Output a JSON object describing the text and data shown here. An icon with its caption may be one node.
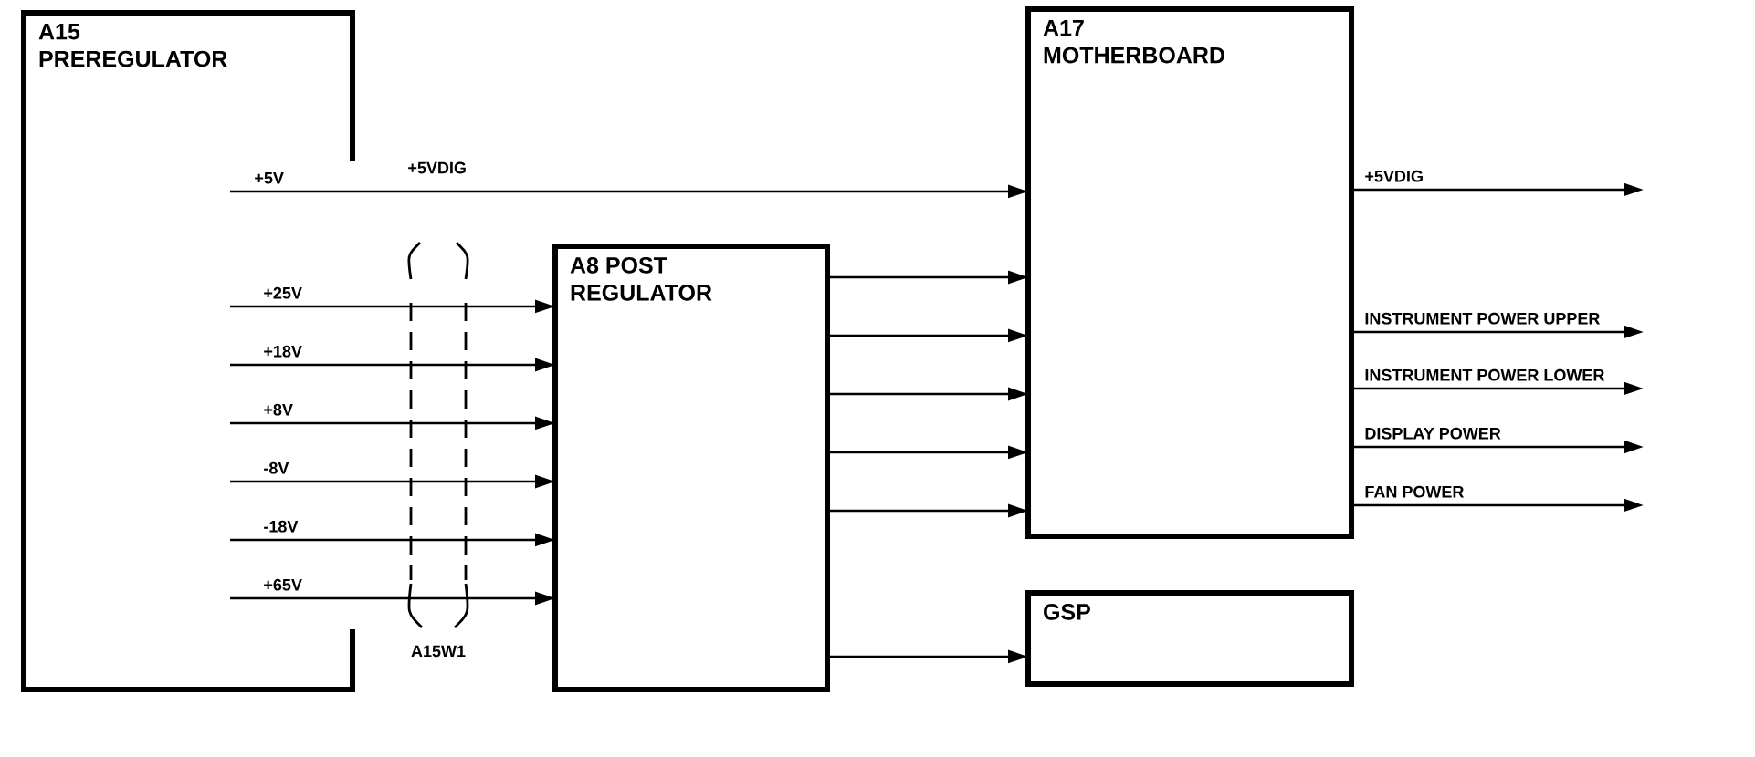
{
  "diagram": {
    "nodes": [
      {
        "text": [
          "A15 PREREGULATOR"
        ]
      },
      {
        "text": [
          "A8 POST REGULATOR"
        ]
      },
      {
        "text": [
          "A17 MOTHERBOARD"
        ]
      },
      {
        "text": [
          "GSP"
        ]
      }
    ],
    "edges": [
      {
        "from": 0,
        "to": 2,
        "arrow": "to",
        "label": "+5V"
      },
      {
        "from": 0,
        "to": 1,
        "arrow": "to",
        "label": "+25V"
      },
      {
        "from": 0,
        "to": 1,
        "arrow": "to",
        "label": "+18V"
      },
      {
        "from": 0,
        "to": 1,
        "arrow": "to",
        "label": "+8V"
      },
      {
        "from": 0,
        "to": 1,
        "arrow": "to",
        "label": "-8V"
      },
      {
        "from": 0,
        "to": 1,
        "arrow": "to",
        "label": "-18V"
      },
      {
        "from": 0,
        "to": 1,
        "arrow": "to",
        "label": "+65V"
      },
      {
        "from": 1,
        "to": 2,
        "arrow": "to"
      },
      {
        "from": 1,
        "to": 2,
        "arrow": "to"
      },
      {
        "from": 1,
        "to": 2,
        "arrow": "to"
      },
      {
        "from": 1,
        "to": 2,
        "arrow": "to"
      },
      {
        "from": 1,
        "to": 2,
        "arrow": "to"
      },
      {
        "from": 1,
        "to": 3,
        "arrow": "to"
      },
      {
        "from": 2,
        "to": null,
        "arrow": "to",
        "label": "+5VDIG"
      },
      {
        "from": 2,
        "to": null,
        "arrow": "to",
        "label": "INSTRUMENT POWER UPPER"
      },
      {
        "from": 2,
        "to": null,
        "arrow": "to",
        "label": "INSTRUMENT POWER LOWER"
      },
      {
        "from": 2,
        "to": null,
        "arrow": "to",
        "label": "DISPLAY POWER"
      },
      {
        "from": 2,
        "to": null,
        "arrow": "to",
        "label": "FAN POWER"
      }
    ],
    "labels": [
      "+5VDIG",
      "A15W1"
    ]
  }
}
